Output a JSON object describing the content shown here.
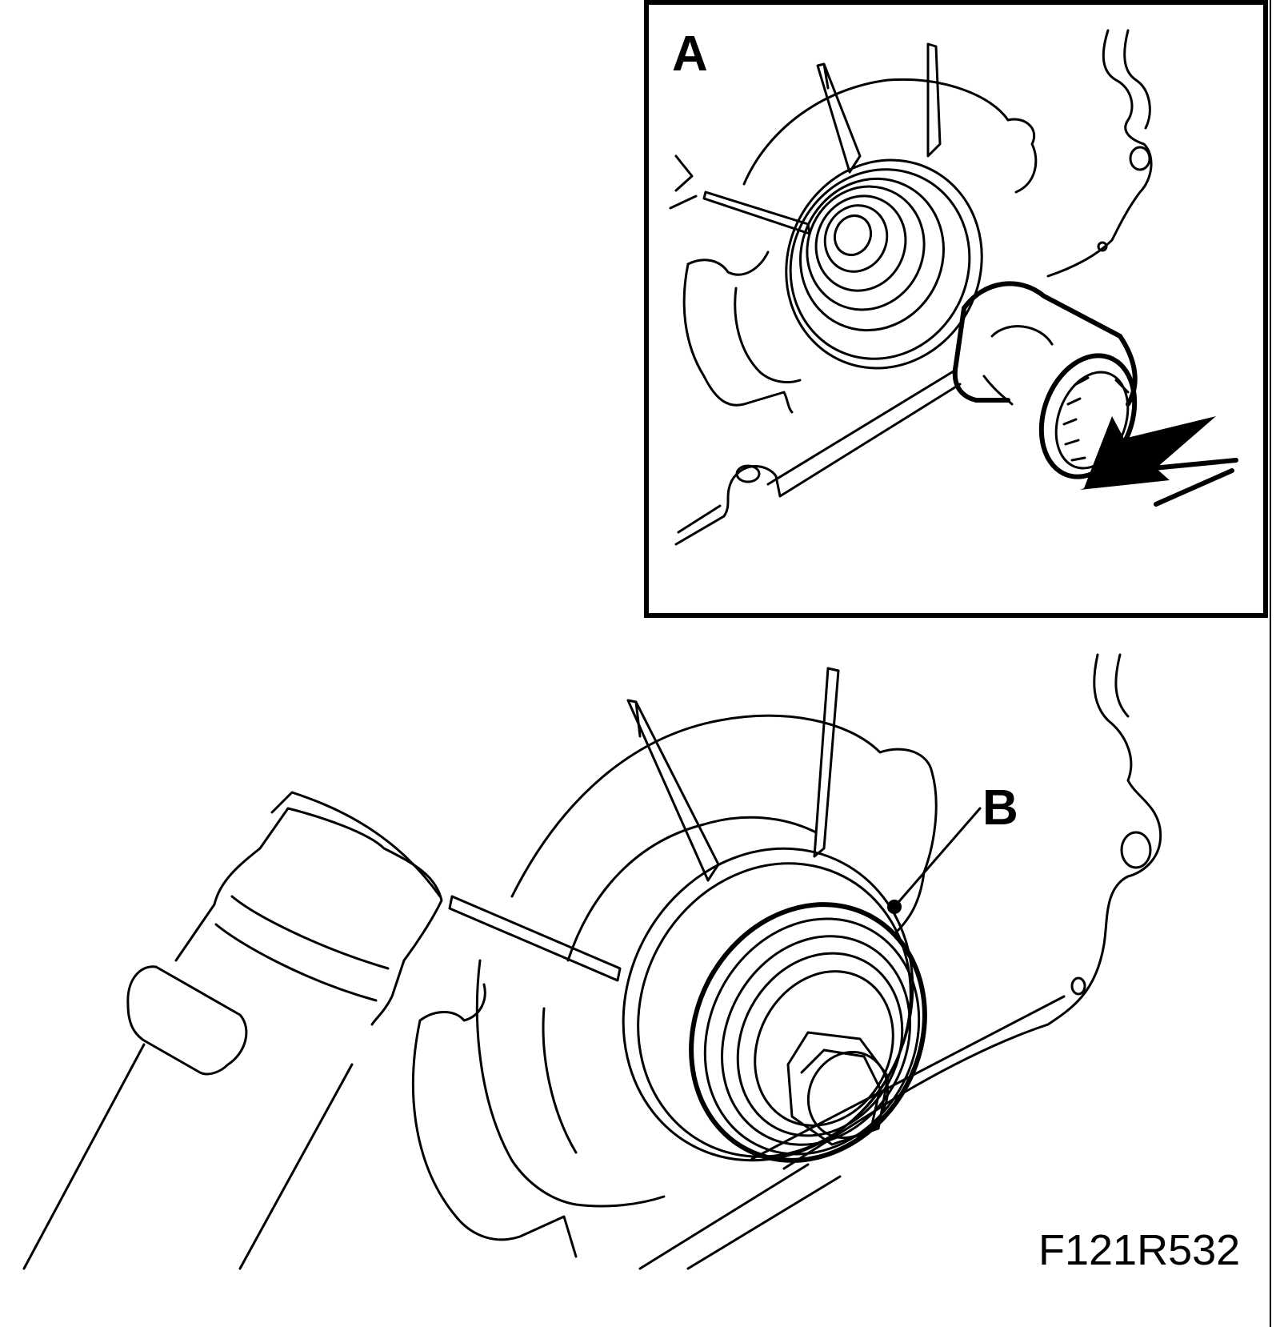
{
  "labels": {
    "inset": "A",
    "seal": "B"
  },
  "figure_code": "F121R532",
  "colors": {
    "line": "#000000",
    "background": "#ffffff"
  }
}
